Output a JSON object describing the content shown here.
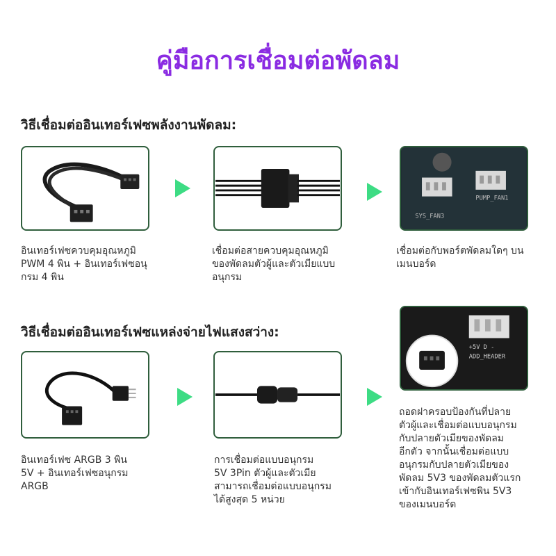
{
  "title": "คู่มือการเชื่อมต่อพัดลม",
  "section1": {
    "heading": "วิธีเชื่อมต่ออินเทอร์เฟซพลังงานพัดลม:",
    "steps": [
      {
        "caption": "อินเทอร์เฟซควบคุมอุณหภูมิ\nPWM 4 พิน + อินเทอร์เฟซอนุ\nกรม 4 พิน"
      },
      {
        "caption": "เชื่อมต่อสายควบคุมอุณหภูมิ\nของพัดลมตัวผู้และตัวเมียแบบ\nอนุกรม"
      },
      {
        "caption": "เชื่อมต่อกับพอร์ตพัดลมใดๆ บน\nเมนบอร์ด"
      }
    ],
    "board_labels": {
      "left": "SYS_FAN3",
      "right": "PUMP_FAN1"
    }
  },
  "section2": {
    "heading": "วิธีเชื่อมต่ออินเทอร์เฟซแหล่งจ่ายไฟแสงสว่าง:",
    "steps": [
      {
        "caption": "อินเทอร์เฟซ ARGB 3 พิน\n5V + อินเทอร์เฟซอนุกรม\nARGB"
      },
      {
        "caption": "การเชื่อมต่อแบบอนุกรม\n5V 3Pin ตัวผู้และตัวเมีย\nสามารถเชื่อมต่อแบบอนุกรม\nได้สูงสุด 5 หน่วย"
      },
      {
        "caption": "ถอดฝาครอบป้องกันที่ปลาย\nตัวผู้และเชื่อมต่อแบบอนุกรม\nกับปลายตัวเมียของพัดลม\nอีกตัว จากนั้นเชื่อมต่อแบบ\nอนุกรมกับปลายตัวเมียของ\nพัดลม 5V3 ของพัดลมตัวแรก\nเข้ากับอินเทอร์เฟซพิน 5V3\nของเมนบอร์ด"
      }
    ],
    "header_labels": {
      "pins": "+5V  D  -",
      "name": "ADD_HEADER"
    }
  },
  "colors": {
    "title": "#8a2be2",
    "card_border": "#2f5e3c",
    "arrow": "#3ddc84"
  }
}
